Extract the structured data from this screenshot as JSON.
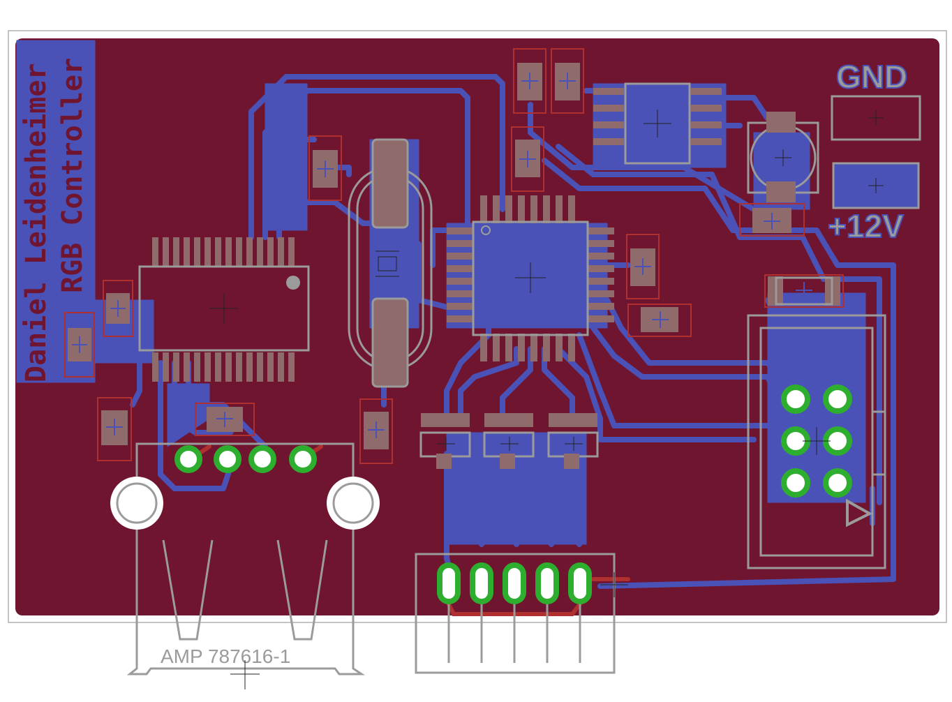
{
  "board": {
    "author_line": "Daniel Leidenheimer",
    "title_line": "RGB Controller",
    "gnd_label": "GND",
    "power_label": "+12V",
    "connector_part": "AMP 787616-1"
  },
  "colors": {
    "copper_top": "#701530",
    "copper_bottom": "#4a52b8",
    "silkscreen": "#9b9b9b",
    "pad_smd": "#8f6b6b",
    "pad_tht": "#2eae2e",
    "top_trace": "#b03030",
    "outline": "#8a8a8a"
  }
}
